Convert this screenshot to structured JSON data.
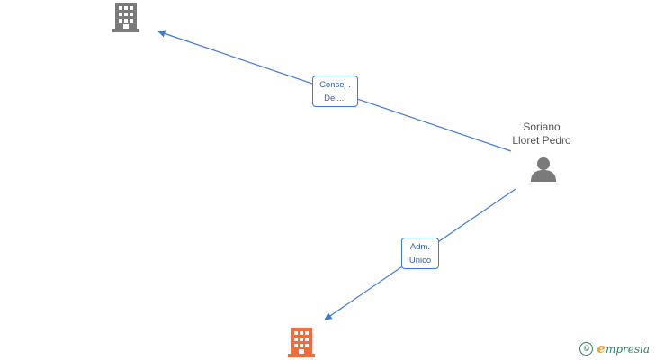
{
  "diagram": {
    "colors": {
      "edge": "#3a7bd5",
      "company_gray": "#7a7a7a",
      "company_orange": "#f26b3a",
      "person": "#7a7a7a"
    },
    "person": {
      "name_line1": "Soriano",
      "name_line2": "Lloret Pedro",
      "icon": "person-icon"
    },
    "companies": [
      {
        "icon": "building-icon",
        "color": "#7a7a7a"
      },
      {
        "icon": "building-icon",
        "color": "#f26b3a"
      }
    ],
    "edges": [
      {
        "label_line1": "Consej .",
        "label_line2": "Del...."
      },
      {
        "label_line1": "Adm.",
        "label_line2": "Unico"
      }
    ]
  },
  "watermark": {
    "symbol": "©",
    "brand_initial": "e",
    "brand_rest": "mpresia"
  }
}
